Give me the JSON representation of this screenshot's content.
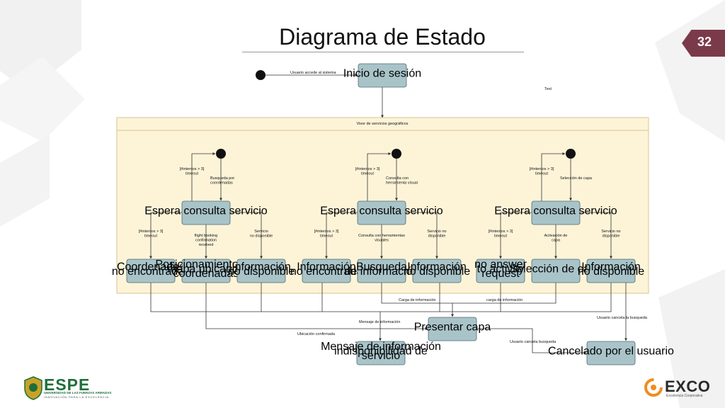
{
  "slide": {
    "title": "Diagrama de Estado",
    "page_number": "32"
  },
  "diagram": {
    "edges": {
      "usuario_accede": "Usuario accede al sistema",
      "text_note": "Text",
      "ubicacion_confirmada": "Ubicación confirmada",
      "carga_info_1": "Carga de información",
      "carga_info_2": "carga de información",
      "usuario_cancela_busqueda_1": "Usuario cancela la busqueda",
      "usuario_cancela_busqueda_2": "Usuario cancela busqueda",
      "mensaje_informacion": "Mensaje de información"
    },
    "states": {
      "inicio_sesion": "Inicio de sesión",
      "presentar_capa": "Presentar capa",
      "mensaje_indisponibilidad": [
        "Mensaje de información",
        "indisponibilidad de",
        "servicio"
      ],
      "cancelado": "Cancelado por el usuario"
    },
    "composite": {
      "title": "Visor de servicios geográficos",
      "regions": [
        {
          "loop_guard": [
            "[#intentos > 3]",
            "timeout"
          ],
          "entry_label": [
            "Busqueda por",
            "coordenadas"
          ],
          "wait_state": "Espera consulta servicio",
          "branches": [
            {
              "label": [
                "[#intentos > 3]",
                "timeout"
              ],
              "target": [
                "Coordenadas",
                "no encontradas"
              ]
            },
            {
              "label": [
                "flight booking",
                "confirmation",
                "received"
              ],
              "target": [
                "Posicionamiento del",
                "mapa ubicando",
                "coordenadas"
              ]
            },
            {
              "label": [
                "Servicio",
                "no disponible"
              ],
              "target": [
                "Información",
                "no disponible"
              ]
            }
          ]
        },
        {
          "loop_guard": [
            "[#intentos > 3]",
            "timeout"
          ],
          "entry_label": [
            "Consulta con",
            "herramienta visual"
          ],
          "wait_state": "Espera consulta servicio",
          "branches": [
            {
              "label": [
                "[#intentos > 3]",
                "timeout"
              ],
              "target": [
                "Información",
                "no encontrada"
              ]
            },
            {
              "label": [
                "Consulta con herramientas",
                "visuales"
              ],
              "target": [
                "Busqueda",
                "de información"
              ]
            },
            {
              "label": [
                "Servicio no",
                "disponible"
              ],
              "target": [
                "Información",
                "no disponible"
              ]
            }
          ]
        },
        {
          "loop_guard": [
            "[#intentos > 3]",
            "timeout"
          ],
          "entry_label": [
            "Selección de capa"
          ],
          "wait_state": "Espera consulta servicio",
          "branches": [
            {
              "label": [
                "[#intentos > 3]",
                "timeout"
              ],
              "target": [
                "no answer",
                "to activity",
                "request"
              ]
            },
            {
              "label": [
                "Activación de",
                "capa"
              ],
              "target": [
                "Selección de capa"
              ]
            },
            {
              "label": [
                "Servicio no",
                "disponible"
              ],
              "target": [
                "Información",
                "no disponible"
              ]
            }
          ]
        }
      ]
    }
  },
  "logos": {
    "espe": {
      "name": "ESPE",
      "line1": "UNIVERSIDAD DE LAS FUERZAS ARMADAS",
      "line2": "INNOVACIÓN PARA LA EXCELENCIA"
    },
    "exco": {
      "name": "EXCO",
      "tagline": "Excelencia Corporativa"
    }
  },
  "colors": {
    "state_fill": "#a9c4c9",
    "composite_fill": "#fdf4d8",
    "composite_border": "#d8c58c",
    "badge": "#7b3a4a",
    "line": "#333333"
  }
}
